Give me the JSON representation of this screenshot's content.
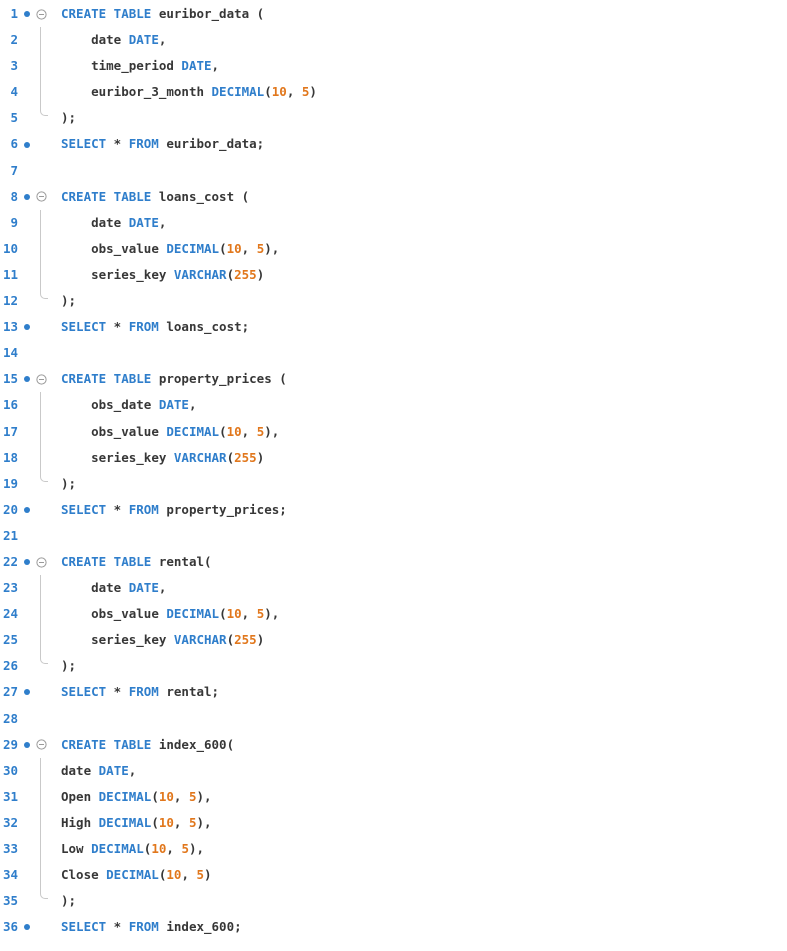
{
  "editor": {
    "lines": [
      {
        "n": "1",
        "dot": true,
        "fold": "start",
        "indent": 0,
        "tokens": [
          [
            "kw",
            "CREATE TABLE"
          ],
          [
            "id",
            " euribor_data ("
          ]
        ]
      },
      {
        "n": "2",
        "dot": false,
        "fold": "mid",
        "indent": 4,
        "tokens": [
          [
            "id",
            "date "
          ],
          [
            "kw",
            "DATE"
          ],
          [
            "id",
            ","
          ]
        ]
      },
      {
        "n": "3",
        "dot": false,
        "fold": "mid",
        "indent": 4,
        "tokens": [
          [
            "id",
            "time_period "
          ],
          [
            "kw",
            "DATE"
          ],
          [
            "id",
            ","
          ]
        ]
      },
      {
        "n": "4",
        "dot": false,
        "fold": "mid",
        "indent": 4,
        "tokens": [
          [
            "id",
            "euribor_3_month "
          ],
          [
            "kw",
            "DECIMAL"
          ],
          [
            "id",
            "("
          ],
          [
            "num",
            "10"
          ],
          [
            "id",
            ", "
          ],
          [
            "num",
            "5"
          ],
          [
            "id",
            ")"
          ]
        ]
      },
      {
        "n": "5",
        "dot": false,
        "fold": "end",
        "indent": 0,
        "tokens": [
          [
            "id",
            ");"
          ]
        ]
      },
      {
        "n": "6",
        "dot": true,
        "fold": "none",
        "indent": 0,
        "tokens": [
          [
            "kw",
            "SELECT"
          ],
          [
            "id",
            " * "
          ],
          [
            "kw",
            "FROM"
          ],
          [
            "id",
            " euribor_data;"
          ]
        ]
      },
      {
        "n": "7",
        "dot": false,
        "fold": "none",
        "indent": 0,
        "tokens": []
      },
      {
        "n": "8",
        "dot": true,
        "fold": "start",
        "indent": 0,
        "tokens": [
          [
            "kw",
            "CREATE TABLE"
          ],
          [
            "id",
            " loans_cost ("
          ]
        ]
      },
      {
        "n": "9",
        "dot": false,
        "fold": "mid",
        "indent": 4,
        "tokens": [
          [
            "id",
            "date "
          ],
          [
            "kw",
            "DATE"
          ],
          [
            "id",
            ","
          ]
        ]
      },
      {
        "n": "10",
        "dot": false,
        "fold": "mid",
        "indent": 4,
        "tokens": [
          [
            "id",
            "obs_value "
          ],
          [
            "kw",
            "DECIMAL"
          ],
          [
            "id",
            "("
          ],
          [
            "num",
            "10"
          ],
          [
            "id",
            ", "
          ],
          [
            "num",
            "5"
          ],
          [
            "id",
            "),"
          ]
        ]
      },
      {
        "n": "11",
        "dot": false,
        "fold": "mid",
        "indent": 4,
        "tokens": [
          [
            "id",
            "series_key "
          ],
          [
            "kw",
            "VARCHAR"
          ],
          [
            "id",
            "("
          ],
          [
            "num",
            "255"
          ],
          [
            "id",
            ")"
          ]
        ]
      },
      {
        "n": "12",
        "dot": false,
        "fold": "end",
        "indent": 0,
        "tokens": [
          [
            "id",
            ");"
          ]
        ]
      },
      {
        "n": "13",
        "dot": true,
        "fold": "none",
        "indent": 0,
        "tokens": [
          [
            "kw",
            "SELECT"
          ],
          [
            "id",
            " * "
          ],
          [
            "kw",
            "FROM"
          ],
          [
            "id",
            " loans_cost;"
          ]
        ]
      },
      {
        "n": "14",
        "dot": false,
        "fold": "none",
        "indent": 0,
        "tokens": []
      },
      {
        "n": "15",
        "dot": true,
        "fold": "start",
        "indent": 0,
        "tokens": [
          [
            "kw",
            "CREATE TABLE"
          ],
          [
            "id",
            " property_prices ("
          ]
        ]
      },
      {
        "n": "16",
        "dot": false,
        "fold": "mid",
        "indent": 4,
        "tokens": [
          [
            "id",
            "obs_date "
          ],
          [
            "kw",
            "DATE"
          ],
          [
            "id",
            ","
          ]
        ]
      },
      {
        "n": "17",
        "dot": false,
        "fold": "mid",
        "indent": 4,
        "tokens": [
          [
            "id",
            "obs_value "
          ],
          [
            "kw",
            "DECIMAL"
          ],
          [
            "id",
            "("
          ],
          [
            "num",
            "10"
          ],
          [
            "id",
            ", "
          ],
          [
            "num",
            "5"
          ],
          [
            "id",
            "),"
          ]
        ]
      },
      {
        "n": "18",
        "dot": false,
        "fold": "mid",
        "indent": 4,
        "tokens": [
          [
            "id",
            "series_key "
          ],
          [
            "kw",
            "VARCHAR"
          ],
          [
            "id",
            "("
          ],
          [
            "num",
            "255"
          ],
          [
            "id",
            ")"
          ]
        ]
      },
      {
        "n": "19",
        "dot": false,
        "fold": "end",
        "indent": 0,
        "tokens": [
          [
            "id",
            ");"
          ]
        ]
      },
      {
        "n": "20",
        "dot": true,
        "fold": "none",
        "indent": 0,
        "tokens": [
          [
            "kw",
            "SELECT"
          ],
          [
            "id",
            " * "
          ],
          [
            "kw",
            "FROM"
          ],
          [
            "id",
            " property_prices;"
          ]
        ]
      },
      {
        "n": "21",
        "dot": false,
        "fold": "none",
        "indent": 0,
        "tokens": []
      },
      {
        "n": "22",
        "dot": true,
        "fold": "start",
        "indent": 0,
        "tokens": [
          [
            "kw",
            "CREATE TABLE"
          ],
          [
            "id",
            " rental("
          ]
        ]
      },
      {
        "n": "23",
        "dot": false,
        "fold": "mid",
        "indent": 4,
        "tokens": [
          [
            "id",
            "date "
          ],
          [
            "kw",
            "DATE"
          ],
          [
            "id",
            ","
          ]
        ]
      },
      {
        "n": "24",
        "dot": false,
        "fold": "mid",
        "indent": 4,
        "tokens": [
          [
            "id",
            "obs_value "
          ],
          [
            "kw",
            "DECIMAL"
          ],
          [
            "id",
            "("
          ],
          [
            "num",
            "10"
          ],
          [
            "id",
            ", "
          ],
          [
            "num",
            "5"
          ],
          [
            "id",
            "),"
          ]
        ]
      },
      {
        "n": "25",
        "dot": false,
        "fold": "mid",
        "indent": 4,
        "tokens": [
          [
            "id",
            "series_key "
          ],
          [
            "kw",
            "VARCHAR"
          ],
          [
            "id",
            "("
          ],
          [
            "num",
            "255"
          ],
          [
            "id",
            ")"
          ]
        ]
      },
      {
        "n": "26",
        "dot": false,
        "fold": "end",
        "indent": 0,
        "tokens": [
          [
            "id",
            ");"
          ]
        ]
      },
      {
        "n": "27",
        "dot": true,
        "fold": "none",
        "indent": 0,
        "tokens": [
          [
            "kw",
            "SELECT"
          ],
          [
            "id",
            " * "
          ],
          [
            "kw",
            "FROM"
          ],
          [
            "id",
            " rental;"
          ]
        ]
      },
      {
        "n": "28",
        "dot": false,
        "fold": "none",
        "indent": 0,
        "tokens": []
      },
      {
        "n": "29",
        "dot": true,
        "fold": "start",
        "indent": 0,
        "tokens": [
          [
            "kw",
            "CREATE TABLE"
          ],
          [
            "id",
            " index_600("
          ]
        ]
      },
      {
        "n": "30",
        "dot": false,
        "fold": "mid",
        "indent": 0,
        "tokens": [
          [
            "id",
            "date "
          ],
          [
            "kw",
            "DATE"
          ],
          [
            "id",
            ","
          ]
        ]
      },
      {
        "n": "31",
        "dot": false,
        "fold": "mid",
        "indent": 0,
        "tokens": [
          [
            "id",
            "Open "
          ],
          [
            "kw",
            "DECIMAL"
          ],
          [
            "id",
            "("
          ],
          [
            "num",
            "10"
          ],
          [
            "id",
            ", "
          ],
          [
            "num",
            "5"
          ],
          [
            "id",
            "),"
          ]
        ]
      },
      {
        "n": "32",
        "dot": false,
        "fold": "mid",
        "indent": 0,
        "tokens": [
          [
            "id",
            "High "
          ],
          [
            "kw",
            "DECIMAL"
          ],
          [
            "id",
            "("
          ],
          [
            "num",
            "10"
          ],
          [
            "id",
            ", "
          ],
          [
            "num",
            "5"
          ],
          [
            "id",
            "),"
          ]
        ]
      },
      {
        "n": "33",
        "dot": false,
        "fold": "mid",
        "indent": 0,
        "tokens": [
          [
            "id",
            "Low "
          ],
          [
            "kw",
            "DECIMAL"
          ],
          [
            "id",
            "("
          ],
          [
            "num",
            "10"
          ],
          [
            "id",
            ", "
          ],
          [
            "num",
            "5"
          ],
          [
            "id",
            "),"
          ]
        ]
      },
      {
        "n": "34",
        "dot": false,
        "fold": "mid",
        "indent": 0,
        "tokens": [
          [
            "id",
            "Close "
          ],
          [
            "kw",
            "DECIMAL"
          ],
          [
            "id",
            "("
          ],
          [
            "num",
            "10"
          ],
          [
            "id",
            ", "
          ],
          [
            "num",
            "5"
          ],
          [
            "id",
            ")"
          ]
        ]
      },
      {
        "n": "35",
        "dot": false,
        "fold": "end",
        "indent": 0,
        "tokens": [
          [
            "id",
            ");"
          ]
        ]
      },
      {
        "n": "36",
        "dot": true,
        "fold": "none",
        "indent": 0,
        "tokens": [
          [
            "kw",
            "SELECT"
          ],
          [
            "id",
            " * "
          ],
          [
            "kw",
            "FROM"
          ],
          [
            "id",
            " index_600;"
          ]
        ]
      }
    ]
  },
  "colors": {
    "keyword": "#2f7ecb",
    "identifier": "#373737",
    "number": "#e1771c",
    "line_number": "#2f7ecb",
    "guide": "#c9c9c9"
  }
}
